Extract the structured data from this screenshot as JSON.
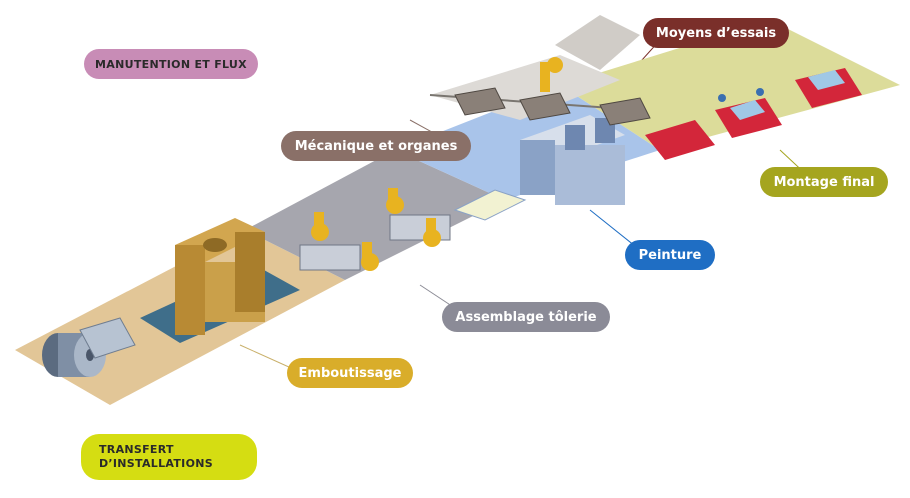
{
  "labels": {
    "manutention": "MANUTENTION ET FLUX",
    "moyens_essais": "Moyens d’essais",
    "mecanique": "Mécanique et organes",
    "montage_final": "Montage final",
    "peinture": "Peinture",
    "assemblage": "Assemblage tôlerie",
    "emboutissage": "Emboutissage",
    "transfert_line1": "TRANSFERT",
    "transfert_line2": "D’INSTALLATIONS"
  },
  "colors": {
    "manutention": "#c88cb6",
    "moyens_essais": "#7a2f2a",
    "mecanique": "#8a7068",
    "montage_final": "#a5a51f",
    "peinture": "#1f6ec4",
    "assemblage": "#8b8b97",
    "emboutissage": "#d9ad2a",
    "transfert": "#d5dd12",
    "zone_emboutissage": "#e2c697",
    "zone_assemblage": "#a6a6ae",
    "zone_peinture": "#a9c4ea",
    "zone_montage": "#dcdc9a",
    "zone_mecanique": "#dddad6",
    "robot": "#e8b320",
    "car": "#d3263a"
  }
}
